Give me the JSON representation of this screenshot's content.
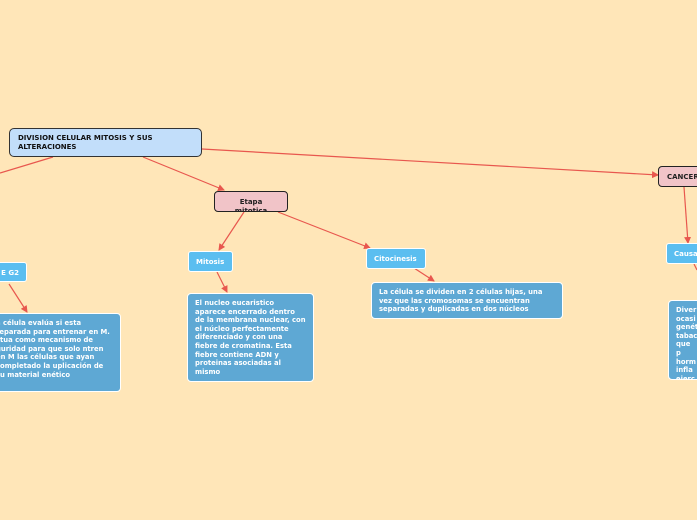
{
  "map": {
    "root": "DIVISION CELULAR MITOSIS Y SUS ALTERACIONES",
    "etapa": "Etapa mitotica",
    "cancer": "CANCER",
    "g2": "E G2",
    "g2_text": "a célula evalúa si esta reparada para entrenar en M. ctua como mecanismo de guridad para que solo ntren en M las células que ayan completado la uplicación  de su material enético",
    "mitosis": "Mitosis",
    "mitosis_text": "El nucleo eucaristico aparece encerrado dentro de la membrana nuclear, con el núcleo perfectamente diferenciado y con una fiebre de cromatina. Esta fiebre contiene ADN y proteinas asociadas al mismo",
    "citocinesis": "Citocinesis",
    "citocinesis_text": "La célula se dividen en 2 células hijas, una vez que las cromosomas se encuentran separadas y duplicadas en dos núcleos",
    "causa": "Causa",
    "causa_text": "Diver ocasi genét tabac que p horm infla ejerc"
  },
  "colors": {
    "background": "#ffe6b8",
    "connector": "#e8574e",
    "root_fill": "#c2defa",
    "main_fill": "#f1c4c8",
    "sub_fill": "#5bbef0",
    "leaf_fill": "#5ea8d4"
  }
}
